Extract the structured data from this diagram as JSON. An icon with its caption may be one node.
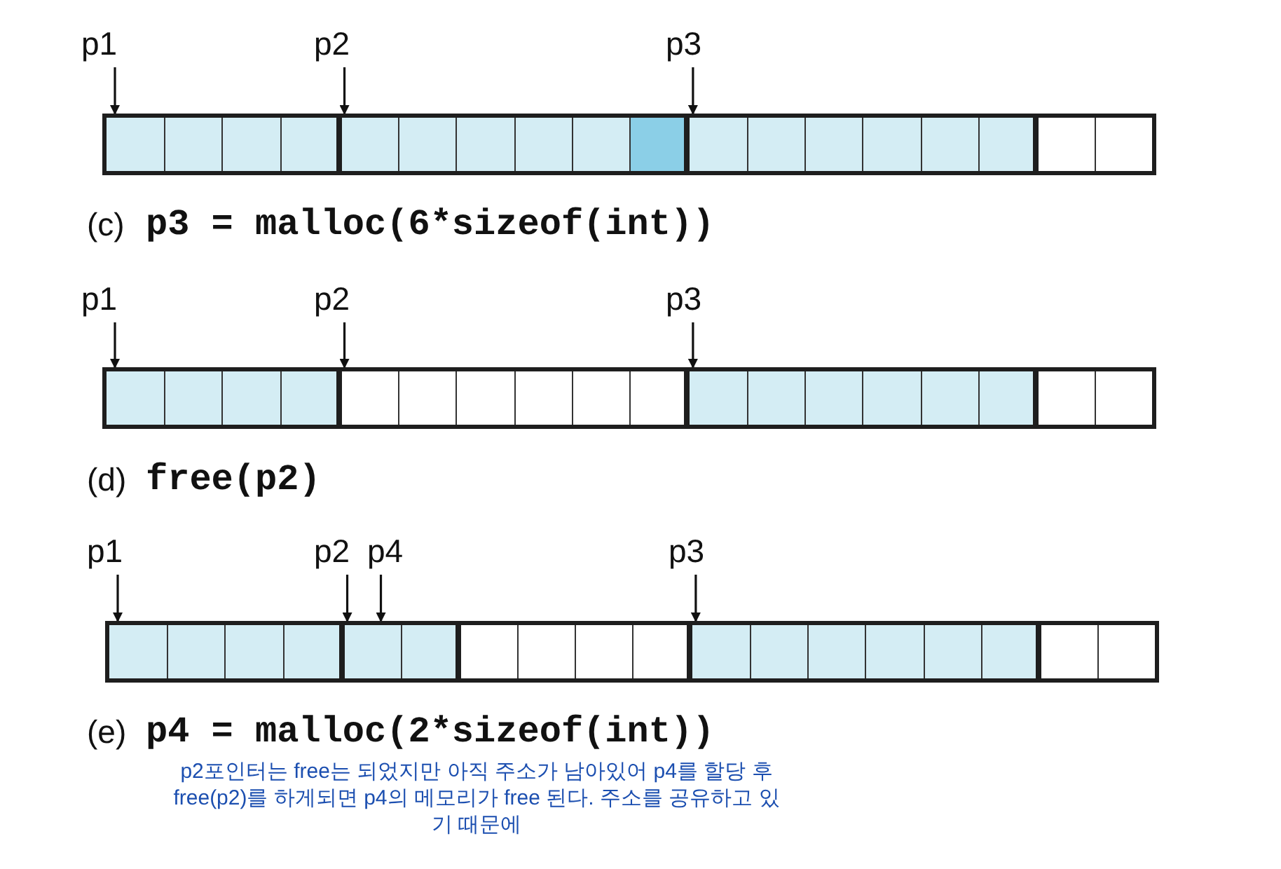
{
  "diagram": {
    "nodes": [
      {
        "text": [
          "p1"
        ]
      },
      {
        "text": [
          "p2"
        ]
      },
      {
        "text": [
          "p3"
        ]
      },
      {
        "text": [],
        "shape": "bar"
      },
      {
        "text": [],
        "shape": "box",
        "in": 3
      },
      {
        "text": [],
        "shape": "box",
        "in": 3
      },
      {
        "text": [],
        "shape": "box",
        "in": 3
      },
      {
        "text": [],
        "shape": "box",
        "in": 3
      },
      {
        "text": [
          "p1"
        ]
      },
      {
        "text": [
          "p2"
        ]
      },
      {
        "text": [
          "p3"
        ]
      },
      {
        "text": [],
        "shape": "bar"
      },
      {
        "text": [],
        "shape": "box",
        "in": 11
      },
      {
        "text": [],
        "shape": "box",
        "in": 11
      },
      {
        "text": [],
        "shape": "box",
        "in": 11
      },
      {
        "text": [],
        "shape": "box",
        "in": 11
      },
      {
        "text": [
          "p1"
        ]
      },
      {
        "text": [
          "p2"
        ]
      },
      {
        "text": [
          "p4"
        ]
      },
      {
        "text": [
          "p3"
        ]
      },
      {
        "text": [],
        "shape": "bar"
      },
      {
        "text": [],
        "shape": "box",
        "in": 20
      },
      {
        "text": [],
        "shape": "box",
        "in": 20
      },
      {
        "text": [],
        "shape": "box",
        "in": 20
      },
      {
        "text": [],
        "shape": "box",
        "in": 20
      },
      {
        "text": [],
        "shape": "box",
        "in": 20
      }
    ],
    "edges": [
      {
        "from": 0,
        "to": 4,
        "arrow": "to"
      },
      {
        "from": 1,
        "to": 5,
        "arrow": "to"
      },
      {
        "from": 2,
        "to": 6,
        "arrow": "to"
      },
      {
        "from": 8,
        "to": 12,
        "arrow": "to"
      },
      {
        "from": 9,
        "to": 13,
        "arrow": "to"
      },
      {
        "from": 10,
        "to": 14,
        "arrow": "to"
      },
      {
        "from": 16,
        "to": 21,
        "arrow": "to"
      },
      {
        "from": 17,
        "to": 22,
        "arrow": "to"
      },
      {
        "from": 18,
        "to": 22,
        "arrow": "to"
      },
      {
        "from": 19,
        "to": 24,
        "arrow": "to"
      }
    ],
    "labels": [
      "(c)",
      "p3 = malloc(6*sizeof(int))",
      "(d)",
      "free(p2)",
      "(e)",
      "p4 = malloc(2*sizeof(int))",
      "p2포인터는 free는 되었지만 아직 주소가 남아있어 p4를 할당 후 free(p2)를 하게되면 p4의 메모리가 free 된다. 주소를 공유하고 있기 때문에"
    ]
  }
}
